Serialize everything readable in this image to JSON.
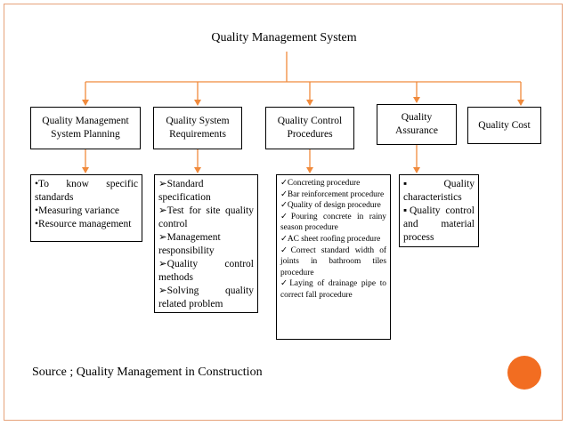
{
  "title": "Quality Management System",
  "categories": [
    {
      "label": "Quality Management System Planning"
    },
    {
      "label": "Quality System Requirements"
    },
    {
      "label": "Quality Control Procedures"
    },
    {
      "label": "Quality Assurance"
    },
    {
      "label": "Quality Cost"
    }
  ],
  "details": {
    "planning": [
      "•To know specific standards",
      "•Measuring variance",
      "•Resource management"
    ],
    "requirements": [
      "➢Standard specification",
      "➢Test for site quality control",
      "➢Management responsibility",
      "➢Quality control methods",
      "➢Solving quality related problem"
    ],
    "control": [
      "✓Concreting procedure",
      "✓Bar reinforcement procedure",
      "✓Quality of design procedure",
      "✓Pouring concrete in rainy season procedure",
      "✓AC sheet roofing procedure",
      "✓Correct standard width of joints in bathroom tiles procedure",
      "✓Laying of drainage pipe to correct fall procedure"
    ],
    "assurance": [
      "▪Quality characteristics",
      "▪Quality control and material process"
    ]
  },
  "source": "Source ; Quality Management in Construction",
  "colors": {
    "connector": "#f08a3c",
    "accent": "#f26d21",
    "border": "#e6a27a"
  }
}
